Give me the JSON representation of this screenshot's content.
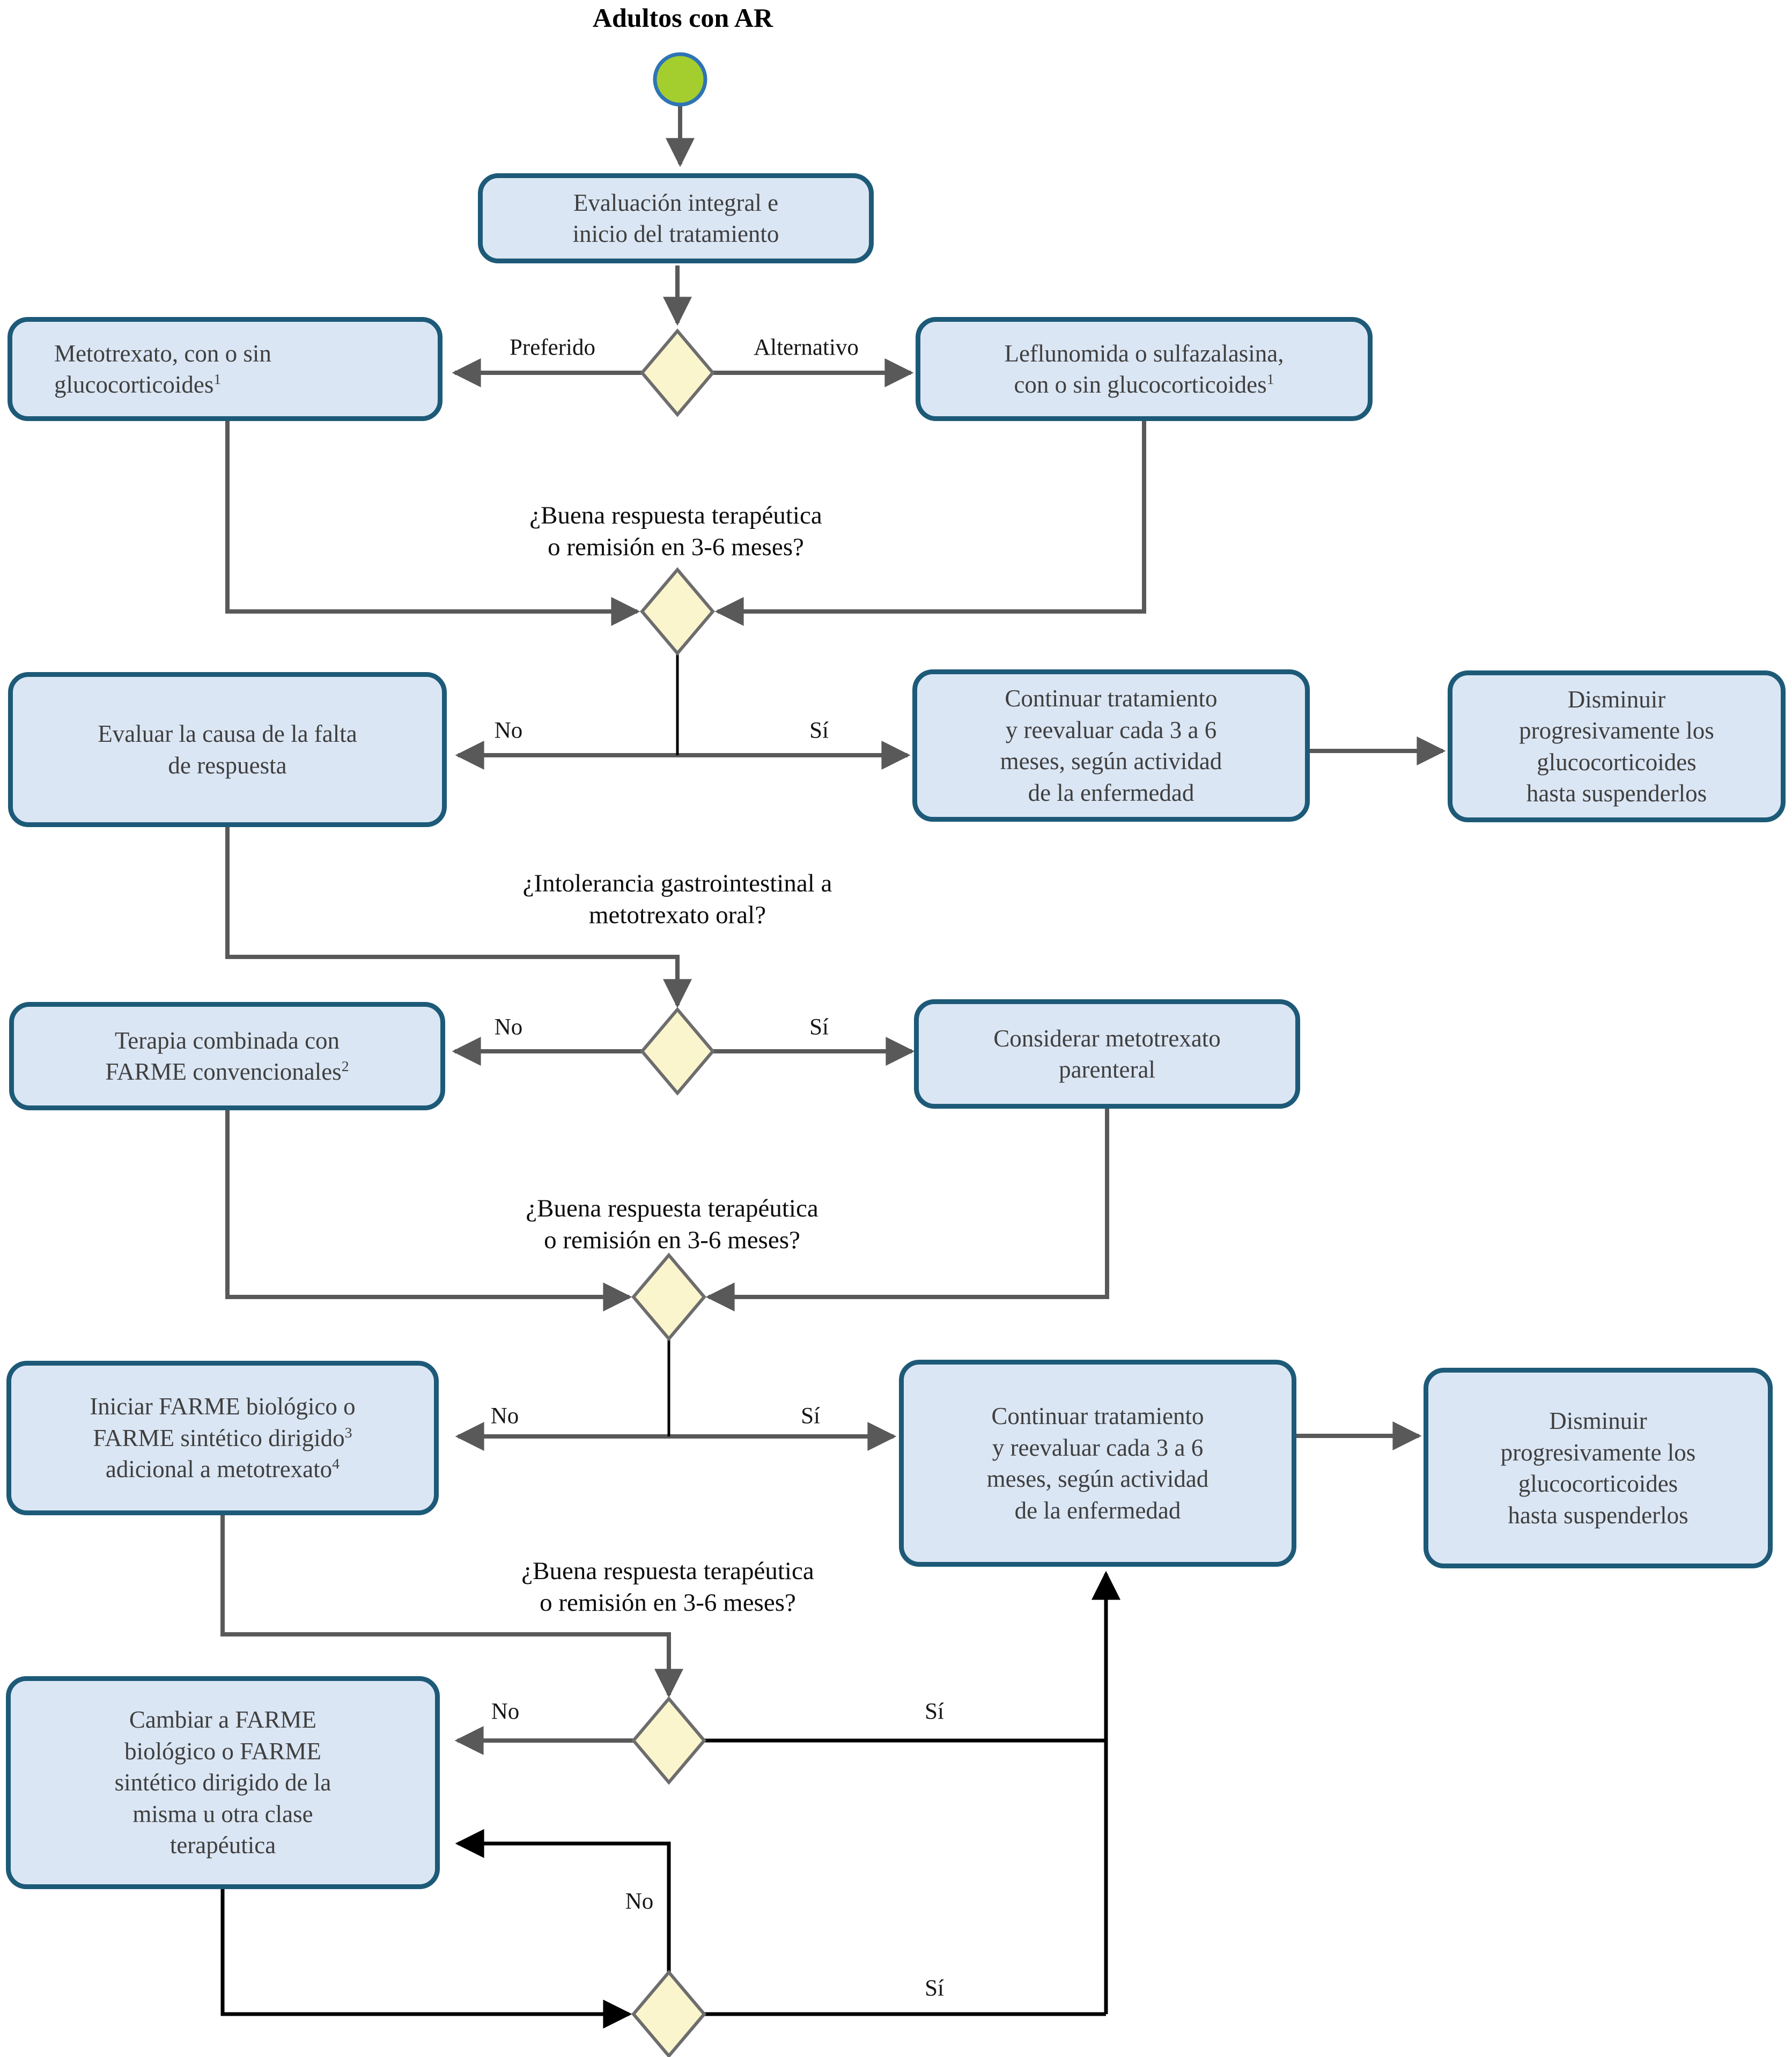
{
  "title": "Adultos con AR",
  "colors": {
    "node_fill": "#dbe6f4",
    "node_border": "#1d5a78",
    "diamond_fill": "#fbf5cd",
    "diamond_border": "#6d6d6d",
    "connector_gray": "#595959",
    "connector_black": "#000000",
    "start_fill": "#a4ce2e",
    "start_border": "#2e74b5"
  },
  "icons": {
    "start": "start-state-circle",
    "decision": "decision-diamond"
  },
  "labels": {
    "preferido": "Preferido",
    "alternativo": "Alternativo",
    "no": "No",
    "si": "Sí"
  },
  "questions": {
    "respuesta": [
      "¿Buena respuesta terapéutica",
      "o remisión en 3-6 meses?"
    ],
    "intolerancia": [
      "¿Intolerancia gastrointestinal a",
      "metotrexato oral?"
    ]
  },
  "nodes": {
    "evaluacion": {
      "lines": [
        "Evaluación integral e",
        "inicio del tratamiento"
      ]
    },
    "metotrexato": {
      "lines": [
        "Metotrexato, con o sin",
        "glucocorticoides^1"
      ]
    },
    "leflunomida": {
      "lines": [
        "Leflunomida o sulfazalasina,",
        "con o sin glucocorticoides^1"
      ]
    },
    "evaluar_causa": {
      "lines": [
        "Evaluar la causa de la falta",
        "de respuesta"
      ]
    },
    "continuar_1": {
      "lines": [
        "Continuar tratamiento",
        "y reevaluar cada 3 a 6",
        "meses, según actividad",
        "de la enfermedad"
      ]
    },
    "disminuir_1": {
      "lines": [
        "Disminuir",
        "progresivamente los",
        "glucocorticoides",
        "hasta suspenderlos"
      ]
    },
    "terapia_combinada": {
      "lines": [
        "Terapia combinada con",
        "FARME convencionales^2"
      ]
    },
    "considerar_mtx": {
      "lines": [
        "Considerar metotrexato",
        "parenteral"
      ]
    },
    "iniciar_farme": {
      "lines": [
        "Iniciar FARME biológico o",
        "FARME sintético dirigido^3",
        "adicional a metotrexato^4"
      ]
    },
    "continuar_2": {
      "lines": [
        "Continuar tratamiento",
        "y reevaluar cada 3 a 6",
        "meses, según actividad",
        "de la enfermedad"
      ]
    },
    "disminuir_2": {
      "lines": [
        "Disminuir",
        "progresivamente los",
        "glucocorticoides",
        "hasta suspenderlos"
      ]
    },
    "cambiar_farme": {
      "lines": [
        "Cambiar a FARME",
        "biológico o FARME",
        "sintético dirigido de la",
        "misma u otra clase",
        "terapéutica"
      ]
    }
  }
}
